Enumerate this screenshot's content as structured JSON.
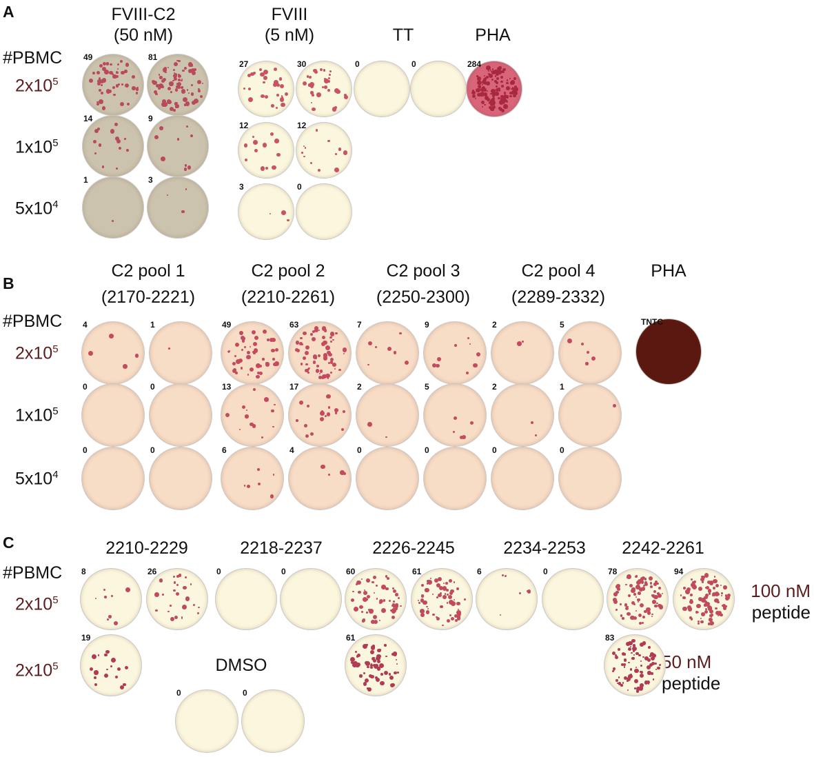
{
  "panelA": {
    "letter": "A",
    "headers": {
      "c2": [
        "FVIII-C2",
        "(50 nM)"
      ],
      "fviii": [
        "FVIII",
        "(5 nM)"
      ],
      "tt": "TT",
      "pha": "PHA"
    },
    "row_header": "#PBMC",
    "rows": [
      {
        "base": "2x10",
        "exp": "5"
      },
      {
        "base": "1x10",
        "exp": "5"
      },
      {
        "base": "5x10",
        "exp": "4"
      }
    ],
    "counts": {
      "c2": [
        [
          "49",
          "81"
        ],
        [
          "14",
          "9"
        ],
        [
          "1",
          "3"
        ]
      ],
      "fviii": [
        [
          "27",
          "30"
        ],
        [
          "12",
          "12"
        ],
        [
          "3",
          "0"
        ]
      ],
      "tt": [
        "0",
        "0"
      ],
      "pha": "284"
    }
  },
  "panelB": {
    "letter": "B",
    "pools": [
      {
        "name": "C2 pool 1",
        "range": "(2170-2221)"
      },
      {
        "name": "C2 pool 2",
        "range": "(2210-2261)"
      },
      {
        "name": "C2 pool 3",
        "range": "(2250-2300)"
      },
      {
        "name": "C2 pool 4",
        "range": "(2289-2332)"
      }
    ],
    "pha": "PHA",
    "pha_count": "TNTC",
    "row_header": "#PBMC",
    "rows": [
      {
        "base": "2x10",
        "exp": "5"
      },
      {
        "base": "1x10",
        "exp": "5"
      },
      {
        "base": "5x10",
        "exp": "4"
      }
    ],
    "counts": [
      [
        "4",
        "1",
        "49",
        "63",
        "7",
        "9",
        "2",
        "5"
      ],
      [
        "0",
        "0",
        "13",
        "17",
        "2",
        "5",
        "2",
        "1"
      ],
      [
        "0",
        "0",
        "6",
        "4",
        "0",
        "0",
        "0",
        "0"
      ]
    ]
  },
  "panelC": {
    "letter": "C",
    "peptides": [
      "2210-2229",
      "2218-2237",
      "2226-2245",
      "2234-2253",
      "2242-2261"
    ],
    "row_header": "#PBMC",
    "rows": [
      {
        "base": "2x10",
        "exp": "5"
      },
      {
        "base": "2x10",
        "exp": "5"
      }
    ],
    "counts_row1": [
      "8",
      "26",
      "0",
      "0",
      "60",
      "61",
      "6",
      "0",
      "78",
      "94"
    ],
    "counts_row2": [
      "19",
      "61",
      "83"
    ],
    "dmso": "DMSO",
    "dmso_counts": [
      "0",
      "0"
    ],
    "conc1": [
      "100 nM",
      "peptide"
    ],
    "conc2": [
      "50 nM",
      "peptide"
    ]
  },
  "colors": {
    "label_dark": "#5a1e1e",
    "spot": "#b23a52",
    "well_a_grey": "#cbc3ad",
    "well_cream": "#fbf7de",
    "well_peach": "#f7dcc6",
    "well_pha": "#d8657a",
    "well_tntc": "#5a1810"
  }
}
